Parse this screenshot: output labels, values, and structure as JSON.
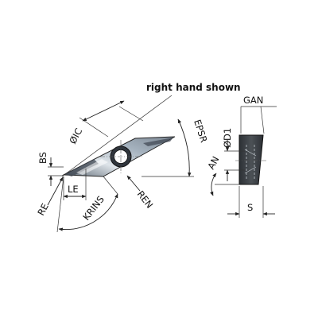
{
  "title": "right hand shown",
  "labels": {
    "gan": "GAN",
    "ic": "ØIC",
    "epsr": "EPSR",
    "d1": "ØD1",
    "an": "AN",
    "bs": "BS",
    "le": "LE",
    "re": "RE",
    "krins": "KRINS",
    "ren": "REN",
    "s": "S"
  },
  "colors": {
    "insert_face": "#a6b3bf",
    "insert_side": "#3b3f44",
    "insert_highlight": "#dfe5ea",
    "lines": "#222222"
  }
}
